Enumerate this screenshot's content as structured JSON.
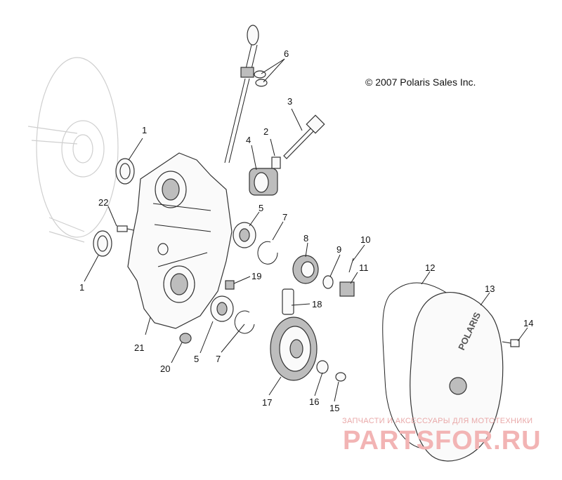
{
  "copyright": "© 2007 Polaris Sales Inc.",
  "watermark": {
    "small": "ЗАПЧАСТИ И АКСЕССУАРЫ ДЛЯ МОТОТЕХНИКИ",
    "big": "PARTSFOR.RU"
  },
  "cover_logo": "POLARIS",
  "callouts": [
    "1",
    "2",
    "3",
    "4",
    "5",
    "6",
    "7",
    "8",
    "9",
    "10",
    "11",
    "12",
    "13",
    "14",
    "15",
    "16",
    "17",
    "18",
    "19",
    "20",
    "21",
    "22",
    "1",
    "5",
    "7"
  ]
}
